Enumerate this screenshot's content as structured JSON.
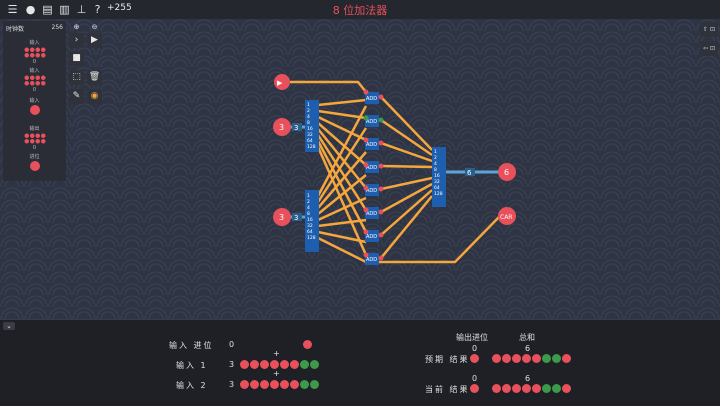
{
  "title": "8 位加法器",
  "topbar": {
    "score": "+255",
    "icons": [
      "menu-icon",
      "chat-icon",
      "document-icon",
      "notebook-icon",
      "hierarchy-icon",
      "help-icon"
    ]
  },
  "panel": {
    "clock_label": "时钟数",
    "clock_value": "256",
    "items": [
      {
        "label": "输入",
        "value": "0"
      },
      {
        "label": "输入",
        "value": "0"
      },
      {
        "label": "输入",
        "value": ""
      },
      {
        "label": "输出",
        "value": "0"
      },
      {
        "label": "进位",
        "value": ""
      }
    ]
  },
  "right_tools": {
    "top": "⇧ ⊡",
    "bottom": "⇦ ⊡"
  },
  "circuit": {
    "input_carry_label": "▶",
    "input_a_value": "3",
    "input_b_value": "3",
    "input_a_bus": "3",
    "input_b_bus": "3",
    "adder_label": "ADD",
    "bits_in": [
      "1",
      "2",
      "4",
      "8",
      "16",
      "32",
      "64",
      "128"
    ],
    "bits_out": [
      "1",
      "2",
      "4",
      "8",
      "16",
      "32",
      "64",
      "128"
    ],
    "sum_bus": "6",
    "sum_value": "6",
    "carry_out_label": "CAR"
  },
  "bottom": {
    "carry_in_label": "输入 进位",
    "carry_in_value": "0",
    "in1_label": "输入 1",
    "in1_value": "3",
    "in2_label": "输入 2",
    "in2_value": "3",
    "plus": "+",
    "carry_out_header": "输出进位",
    "sum_header": "总和",
    "expected_label": "预期 结果",
    "current_label": "当前 结果",
    "expected_carry": "0",
    "expected_sum": "6",
    "current_carry": "0",
    "current_sum": "6"
  },
  "colors": {
    "on": "#e8505b",
    "off": "#3d9a4a",
    "wire": "#f5a63c",
    "bus": "#5aa6d8",
    "chip": "#1d5fae"
  }
}
